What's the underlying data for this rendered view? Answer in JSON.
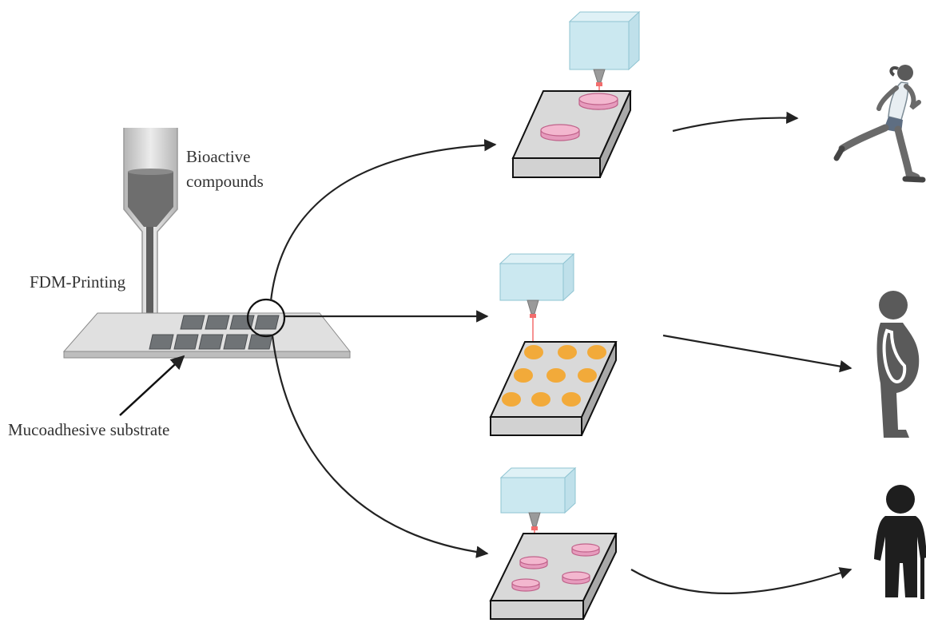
{
  "labels": {
    "bioactive_line1": "Bioactive",
    "bioactive_line2": "compounds",
    "fdm_printing": "FDM-Printing",
    "mucoadhesive": "Mucoadhesive substrate"
  },
  "colors": {
    "glass": "#c9e6ee",
    "plate_top": "#d9d9d9",
    "plate_side": "#a8a8a8",
    "film_pink": "#f3b7cf",
    "dot_orange": "#f2aa3a",
    "tile": "#6f7376",
    "arrow": "#222222",
    "person": "#2a2a2a"
  },
  "icons": {
    "runner": "runner-icon",
    "pregnant": "pregnant-person-icon",
    "elderly": "elderly-person-icon"
  }
}
